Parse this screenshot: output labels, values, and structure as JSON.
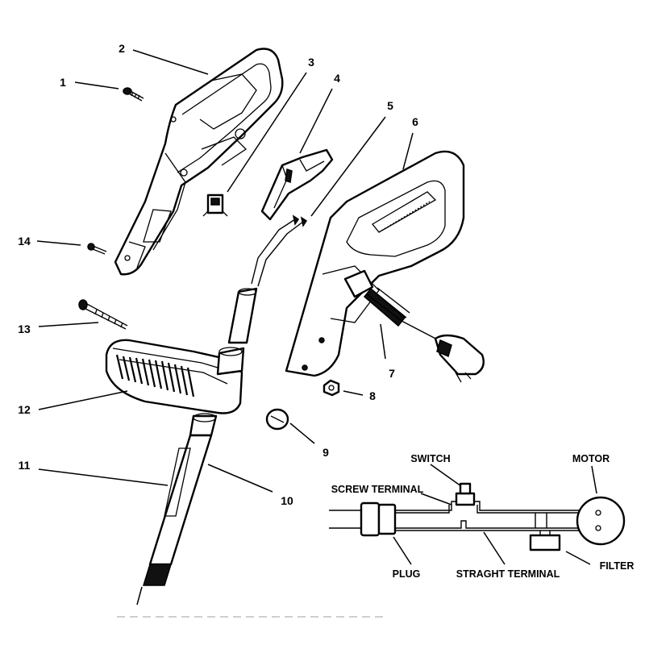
{
  "part_numbers": [
    "1",
    "2",
    "3",
    "4",
    "5",
    "6",
    "7",
    "8",
    "9",
    "10",
    "11",
    "12",
    "13",
    "14"
  ],
  "wiring": {
    "switch": "SWITCH",
    "motor": "MOTOR",
    "screw_terminal": "SCREW TERMINAL",
    "plug": "PLUG",
    "straight_terminal": "STRAGHT TERMINAL",
    "filter": "FILTER"
  }
}
